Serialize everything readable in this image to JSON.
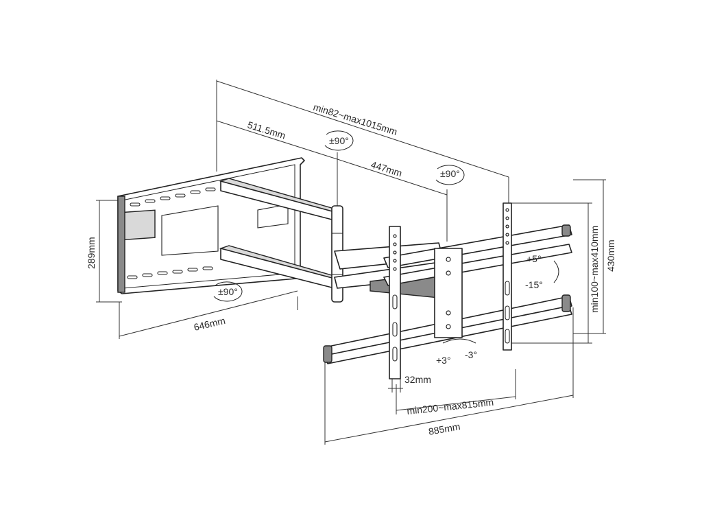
{
  "dimensions": {
    "overall_depth": "min82~max1015mm",
    "arm1_length": "511.5mm",
    "arm2_length": "447mm",
    "wall_plate_height": "289mm",
    "wall_plate_width": "646mm",
    "bracket_offset": "32mm",
    "horizontal_vesa": "min200~max815mm",
    "total_width": "885mm",
    "vertical_vesa": "min100~max410mm",
    "total_height": "430mm"
  },
  "angles": {
    "arm_joint_swivel": "±90°",
    "head_swivel": "±90°",
    "wall_swivel": "±90°",
    "tilt_up": "+5°",
    "tilt_down": "-15°",
    "level_plus": "+3°",
    "level_minus": "-3°"
  },
  "colors": {
    "line": "#222222",
    "text": "#2a2a2a",
    "fill_light": "#d9d9d9",
    "fill_dark": "#8a8a8a"
  }
}
